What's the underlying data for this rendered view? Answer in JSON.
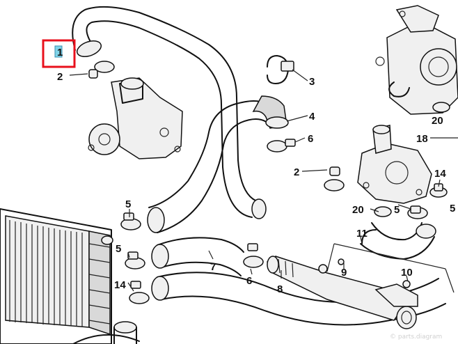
{
  "diagram": {
    "callouts": {
      "c1": "1",
      "c2a": "2",
      "c3": "3",
      "c4": "4",
      "c6a": "6",
      "c18": "18",
      "c20a": "20",
      "c2b": "2",
      "c14a": "14",
      "c5a": "5",
      "c20b": "20",
      "c5b": "5",
      "c5c": "5",
      "c11": "11",
      "c5d": "5",
      "c7": "7",
      "c6b": "6",
      "c9": "9",
      "c8": "8",
      "c14b": "14",
      "c10": "10"
    },
    "highlight_color": "#e8101c",
    "watermark": "© parts.diagram"
  }
}
